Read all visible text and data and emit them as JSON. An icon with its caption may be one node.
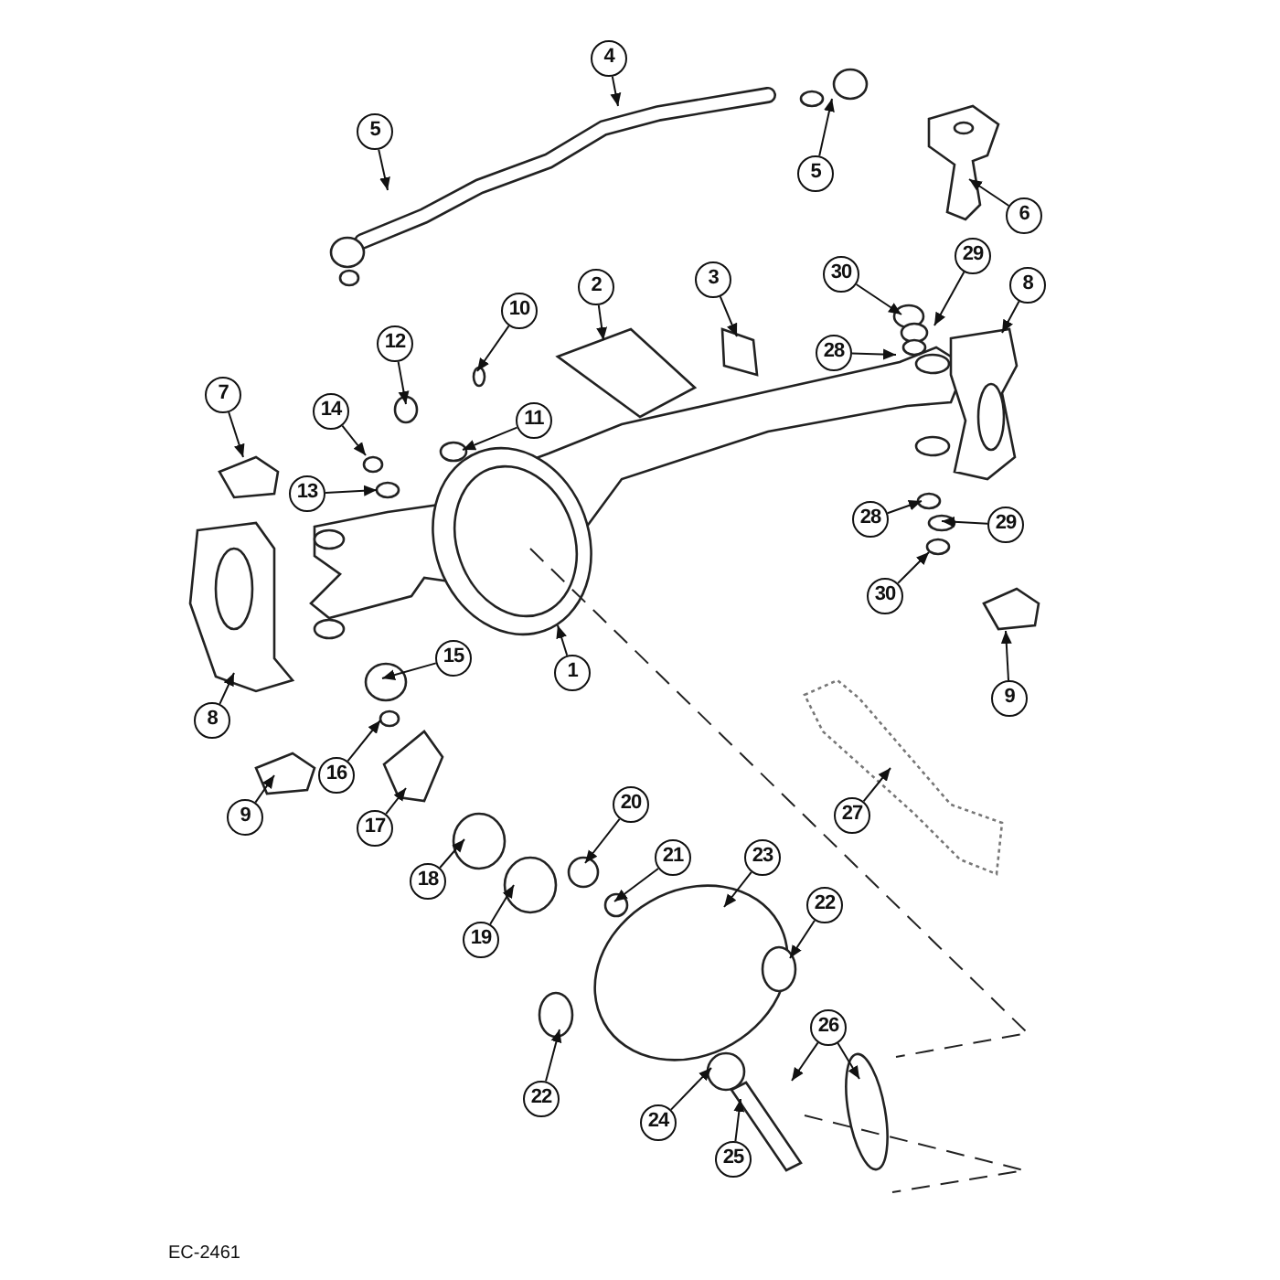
{
  "diagram": {
    "nodes": [
      {
        "text": [
          "4"
        ]
      },
      {
        "text": [
          "5"
        ]
      },
      {
        "text": [
          "5"
        ]
      },
      {
        "text": [
          "6"
        ]
      },
      {
        "text": [
          "2"
        ]
      },
      {
        "text": [
          "3"
        ]
      },
      {
        "text": [
          "30"
        ]
      },
      {
        "text": [
          "29"
        ]
      },
      {
        "text": [
          "8"
        ]
      },
      {
        "text": [
          "10"
        ]
      },
      {
        "text": [
          "28"
        ]
      },
      {
        "text": [
          "12"
        ]
      },
      {
        "text": [
          "7"
        ]
      },
      {
        "text": [
          "14"
        ]
      },
      {
        "text": [
          "11"
        ]
      },
      {
        "text": [
          "13"
        ]
      },
      {
        "text": [
          "28"
        ]
      },
      {
        "text": [
          "29"
        ]
      },
      {
        "text": [
          "30"
        ]
      },
      {
        "text": [
          "9"
        ]
      },
      {
        "text": [
          "1"
        ]
      },
      {
        "text": [
          "8"
        ]
      },
      {
        "text": [
          "15"
        ]
      },
      {
        "text": [
          "16"
        ]
      },
      {
        "text": [
          "9"
        ]
      },
      {
        "text": [
          "17"
        ]
      },
      {
        "text": [
          "18"
        ]
      },
      {
        "text": [
          "20"
        ]
      },
      {
        "text": [
          "27"
        ]
      },
      {
        "text": [
          "21"
        ]
      },
      {
        "text": [
          "23"
        ]
      },
      {
        "text": [
          "19"
        ]
      },
      {
        "text": [
          "22"
        ]
      },
      {
        "text": [
          "26"
        ]
      },
      {
        "text": [
          "22"
        ]
      },
      {
        "text": [
          "24"
        ]
      },
      {
        "text": [
          "25"
        ]
      }
    ],
    "edges": [
      {
        "from": 0,
        "to": null,
        "arrow": "to"
      },
      {
        "from": 1,
        "to": null,
        "arrow": "to"
      },
      {
        "from": 2,
        "to": null,
        "arrow": "to"
      },
      {
        "from": 3,
        "to": null,
        "arrow": "to"
      },
      {
        "from": 4,
        "to": null,
        "arrow": "to"
      },
      {
        "from": 5,
        "to": null,
        "arrow": "to"
      },
      {
        "from": 6,
        "to": null,
        "arrow": "to"
      },
      {
        "from": 7,
        "to": null,
        "arrow": "to"
      },
      {
        "from": 8,
        "to": null,
        "arrow": "to"
      },
      {
        "from": 9,
        "to": null,
        "arrow": "to"
      },
      {
        "from": 10,
        "to": null,
        "arrow": "to"
      },
      {
        "from": 11,
        "to": null,
        "arrow": "to"
      },
      {
        "from": 12,
        "to": null,
        "arrow": "to"
      },
      {
        "from": 13,
        "to": null,
        "arrow": "to"
      },
      {
        "from": 14,
        "to": null,
        "arrow": "to"
      },
      {
        "from": 15,
        "to": null,
        "arrow": "to"
      },
      {
        "from": 16,
        "to": null,
        "arrow": "to"
      },
      {
        "from": 17,
        "to": null,
        "arrow": "to"
      },
      {
        "from": 18,
        "to": null,
        "arrow": "to"
      },
      {
        "from": 19,
        "to": null,
        "arrow": "to"
      },
      {
        "from": 20,
        "to": null,
        "arrow": "to"
      },
      {
        "from": 21,
        "to": null,
        "arrow": "to"
      },
      {
        "from": 22,
        "to": null,
        "arrow": "to"
      },
      {
        "from": 23,
        "to": null,
        "arrow": "to"
      },
      {
        "from": 24,
        "to": null,
        "arrow": "to"
      },
      {
        "from": 25,
        "to": null,
        "arrow": "to"
      },
      {
        "from": 26,
        "to": null,
        "arrow": "to"
      },
      {
        "from": 27,
        "to": null,
        "arrow": "to"
      },
      {
        "from": 28,
        "to": null,
        "arrow": "to"
      },
      {
        "from": 29,
        "to": null,
        "arrow": "to"
      },
      {
        "from": 30,
        "to": null,
        "arrow": "to"
      },
      {
        "from": 31,
        "to": null,
        "arrow": "to"
      },
      {
        "from": 32,
        "to": null,
        "arrow": "to"
      },
      {
        "from": 33,
        "to": null,
        "arrow": "to"
      },
      {
        "from": 33,
        "to": null,
        "arrow": "to"
      },
      {
        "from": 34,
        "to": null,
        "arrow": "to"
      },
      {
        "from": 35,
        "to": null,
        "arrow": "to"
      },
      {
        "from": 36,
        "to": null,
        "arrow": "to"
      }
    ],
    "labels": [
      "EC-2461"
    ]
  }
}
